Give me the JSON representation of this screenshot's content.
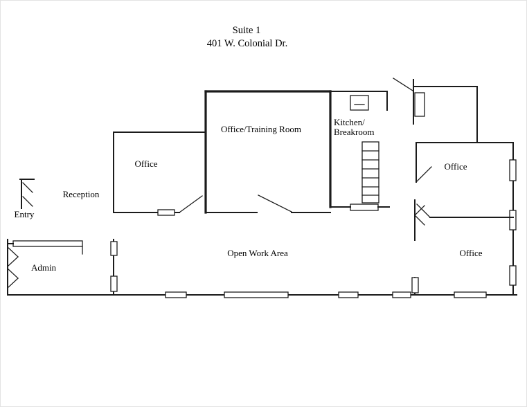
{
  "title": {
    "line1": "Suite 1",
    "line2": "401 W. Colonial Dr."
  },
  "rooms": {
    "training": "Office/Training Room",
    "kitchen_line1": "Kitchen/",
    "kitchen_line2": "Breakroom",
    "office_left": "Office",
    "office_top_right": "Office",
    "office_bottom_right": "Office",
    "reception": "Reception",
    "entry": "Entry",
    "admin": "Admin",
    "open_work_area": "Open Work Area"
  },
  "colors": {
    "wall": "#1b1b1b",
    "background": "#ffffff"
  }
}
